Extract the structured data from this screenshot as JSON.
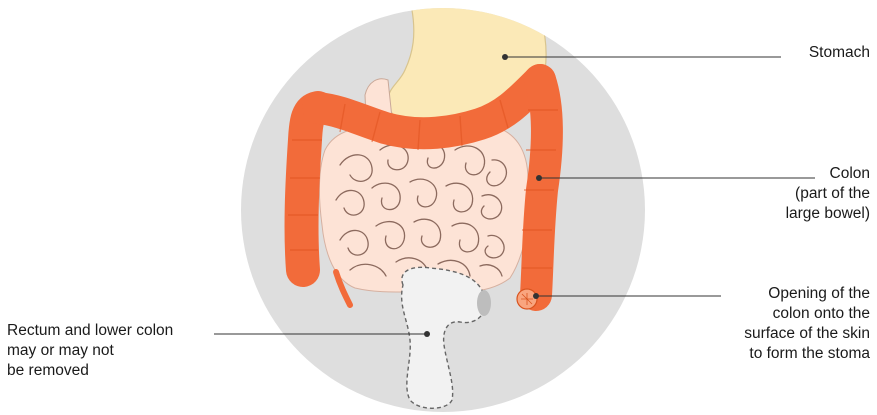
{
  "labels": {
    "stomach": {
      "lines": [
        "Stomach"
      ]
    },
    "colon": {
      "lines": [
        "Colon",
        "(part of the",
        "large bowel)"
      ]
    },
    "opening": {
      "lines": [
        "Opening of the",
        "colon onto the",
        "surface of the skin",
        "to form the stoma"
      ]
    },
    "rectum": {
      "lines": [
        "Rectum and lower colon",
        "may or may not",
        "be removed"
      ]
    }
  },
  "colors": {
    "background_circle": "#dedede",
    "stomach": "#fbe9b7",
    "colon": "#f26b3a",
    "small_bowel": "#fde3d6",
    "small_bowel_line": "#8c6a5e",
    "rectum": "#f2f2f2",
    "leader_line": "#333333"
  }
}
